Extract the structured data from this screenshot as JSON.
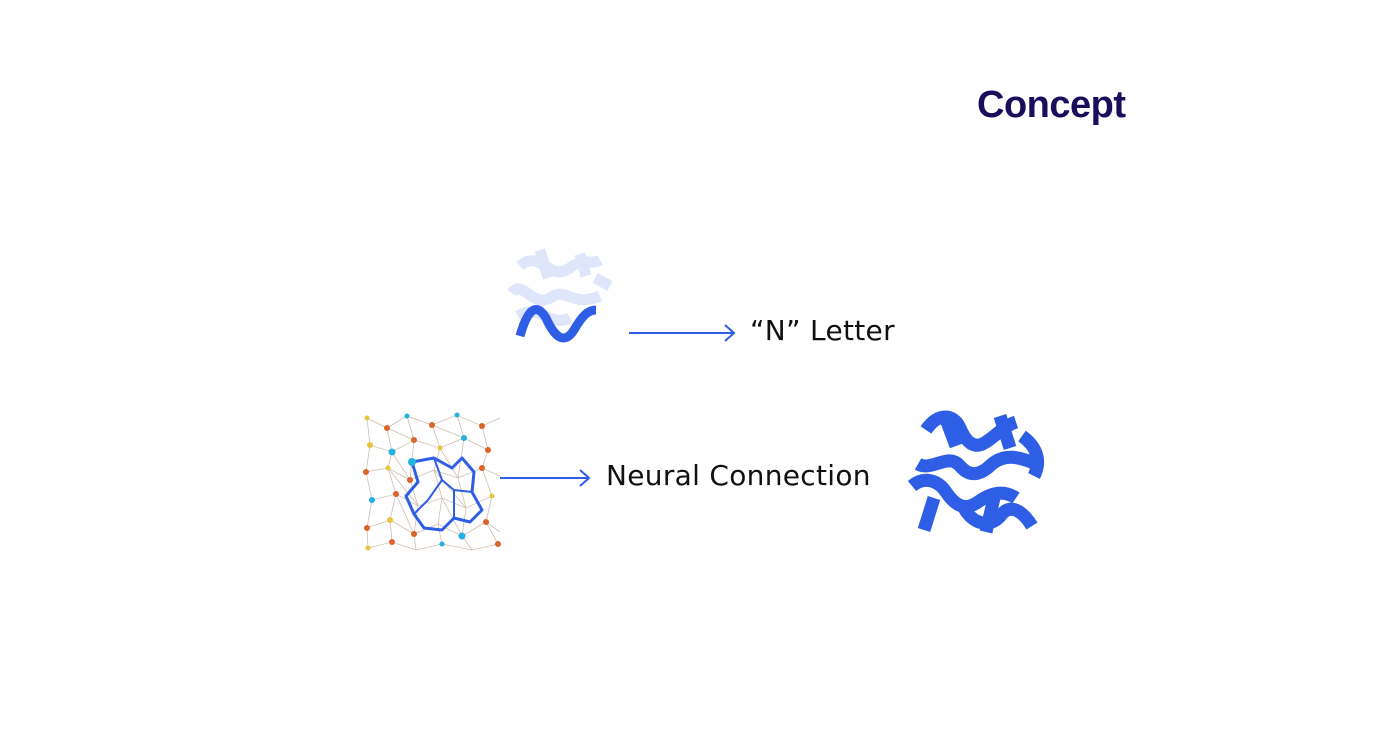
{
  "title": "Concept",
  "rows": [
    {
      "label": "“N” Letter"
    },
    {
      "label": "Neural Connection"
    }
  ],
  "colors": {
    "brand_blue": "#2f5ee6",
    "faded_blue": "#dfe6fb",
    "title": "#1b0d5c",
    "network_orange": "#d9652b",
    "network_cyan": "#22b2e0",
    "network_yellow": "#e8c53a"
  },
  "icons": {
    "letter_mark": "n-letter-icon",
    "network": "neural-network-icon",
    "logo": "logo-mark-icon"
  }
}
